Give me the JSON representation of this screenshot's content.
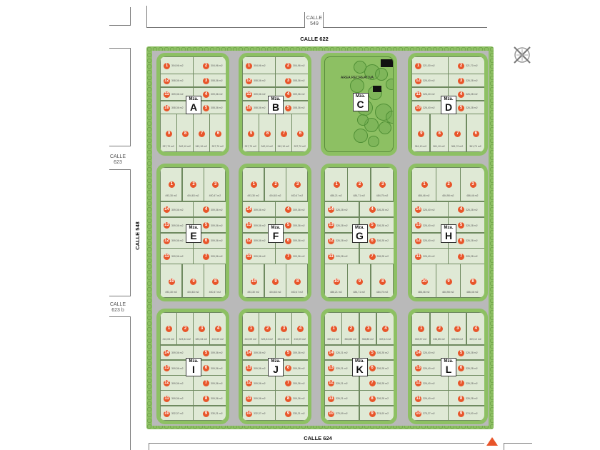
{
  "streets": {
    "top_minor": "CALLE\n549",
    "top_main": "CALLE 622",
    "left_upper": "CALLE\n623",
    "left_main": "CALLE 548",
    "left_lower": "CALLE\n623 b",
    "bottom_main": "CALLE 624"
  },
  "mza_prefix": "Mza.",
  "park": {
    "letter": "C",
    "label": "AREA RECREATIVA"
  },
  "colors": {
    "green": "#8dc063",
    "lot": "#dfe9d5",
    "road": "#b9b9b9",
    "marker": "#e8552a"
  },
  "blocks": [
    {
      "letter": "A",
      "rows": [
        [
          1,
          2
        ],
        [
          12,
          3
        ],
        [
          11,
          4
        ],
        [
          10,
          5
        ],
        [
          9,
          8,
          7,
          6
        ]
      ],
      "areas": [
        "304,96 m2",
        "304,96 m2",
        "308,36 m2",
        "308,36 m2",
        "309,36 m2",
        "309,36 m2",
        "308,36 m2",
        "308,36 m2",
        "337,70 m2",
        "342,10 m2",
        "342,10 m2",
        "337,70 m2"
      ]
    },
    {
      "letter": "B",
      "rows": [
        [
          1,
          2
        ],
        [
          12,
          3
        ],
        [
          11,
          4
        ],
        [
          10,
          5
        ],
        [
          9,
          8,
          7,
          6
        ]
      ],
      "areas": [
        "304,96 m2",
        "304,96 m2",
        "308,36 m2",
        "308,36 m2",
        "309,36 m2",
        "309,36 m2",
        "308,36 m2",
        "308,36 m2",
        "337,70 m2",
        "342,10 m2",
        "342,10 m2",
        "337,70 m2"
      ]
    },
    null,
    {
      "letter": "D",
      "rows": [
        [
          1,
          2
        ],
        [
          12,
          3
        ],
        [
          11,
          4
        ],
        [
          10,
          5
        ],
        [
          9,
          8,
          7,
          6
        ]
      ],
      "areas": [
        "321,00 m2",
        "321,70 m2",
        "326,40 m2",
        "326,28 m2",
        "326,40 m2",
        "326,28 m2",
        "326,40 m2",
        "326,28 m2",
        "361,10 m2",
        "361,10 m2",
        "361,70 m2",
        "361,70 m2"
      ]
    },
    {
      "letter": "E",
      "rows": [
        [
          1,
          2,
          3
        ],
        [
          14,
          4
        ],
        [
          13,
          5
        ],
        [
          12,
          6
        ],
        [
          11,
          7
        ],
        [
          10,
          9,
          8
        ]
      ],
      "areas": [
        "493,30 m2",
        "404,63 m2",
        "400,47 m2",
        "309,36 m2",
        "309,36 m2",
        "309,36 m2",
        "309,36 m2",
        "309,36 m2",
        "309,36 m2",
        "309,36 m2",
        "309,36 m2",
        "493,30 m2",
        "404,63 m2",
        "400,47 m2"
      ]
    },
    {
      "letter": "F",
      "rows": [
        [
          1,
          2,
          3
        ],
        [
          14,
          4
        ],
        [
          13,
          5
        ],
        [
          12,
          6
        ],
        [
          11,
          7
        ],
        [
          10,
          9,
          8
        ]
      ],
      "areas": [
        "493,30 m2",
        "404,63 m2",
        "400,47 m2",
        "309,36 m2",
        "309,36 m2",
        "309,36 m2",
        "309,36 m2",
        "309,36 m2",
        "309,36 m2",
        "309,36 m2",
        "309,36 m2",
        "493,30 m2",
        "404,63 m2",
        "400,47 m2"
      ]
    },
    {
      "letter": "G",
      "rows": [
        [
          1,
          2,
          3
        ],
        [
          14,
          4
        ],
        [
          13,
          5
        ],
        [
          12,
          6
        ],
        [
          11,
          7
        ],
        [
          10,
          9,
          8
        ]
      ],
      "areas": [
        "486,21 m2",
        "484,71 m2",
        "484,75 m2",
        "326,28 m2",
        "326,28 m2",
        "326,28 m2",
        "326,28 m2",
        "326,28 m2",
        "326,28 m2",
        "326,28 m2",
        "326,28 m2",
        "486,21 m2",
        "484,71 m2",
        "484,75 m2"
      ]
    },
    {
      "letter": "H",
      "rows": [
        [
          1,
          2,
          3
        ],
        [
          14,
          4
        ],
        [
          13,
          5
        ],
        [
          12,
          6
        ],
        [
          11,
          7
        ],
        [
          10,
          9,
          8
        ]
      ],
      "areas": [
        "486,46 m2",
        "484,98 m2",
        "486,46 m2",
        "326,40 m2",
        "326,28 m2",
        "326,40 m2",
        "326,28 m2",
        "326,40 m2",
        "326,28 m2",
        "326,40 m2",
        "326,28 m2",
        "486,46 m2",
        "484,98 m2",
        "486,46 m2"
      ]
    },
    {
      "letter": "I",
      "rows": [
        [
          1,
          2,
          3,
          4
        ],
        [
          14,
          5
        ],
        [
          13,
          6
        ],
        [
          12,
          7
        ],
        [
          11,
          8
        ],
        [
          10,
          9
        ]
      ],
      "areas": [
        "210,09 m2",
        "323,34 m2",
        "323,34 m2",
        "210,09 m2",
        "309,36 m2",
        "309,36 m2",
        "309,36 m2",
        "309,36 m2",
        "309,36 m2",
        "309,36 m2",
        "309,36 m2",
        "309,36 m2",
        "332,37 m2",
        "330,21 m2"
      ]
    },
    {
      "letter": "J",
      "rows": [
        [
          1,
          2,
          3,
          4
        ],
        [
          14,
          5
        ],
        [
          13,
          6
        ],
        [
          12,
          7
        ],
        [
          11,
          8
        ],
        [
          10,
          9
        ]
      ],
      "areas": [
        "210,09 m2",
        "323,34 m2",
        "323,34 m2",
        "210,09 m2",
        "309,36 m2",
        "309,36 m2",
        "309,36 m2",
        "309,36 m2",
        "309,36 m2",
        "309,36 m2",
        "309,36 m2",
        "309,36 m2",
        "332,37 m2",
        "330,21 m2"
      ]
    },
    {
      "letter": "K",
      "rows": [
        [
          1,
          2,
          3,
          4
        ],
        [
          14,
          5
        ],
        [
          13,
          6
        ],
        [
          12,
          7
        ],
        [
          11,
          8
        ],
        [
          10,
          9
        ]
      ],
      "areas": [
        "339,10 m2",
        "336,85 m2",
        "336,85 m2",
        "339,12 m2",
        "326,21 m2",
        "326,28 m2",
        "326,21 m2",
        "326,28 m2",
        "326,21 m2",
        "326,28 m2",
        "326,21 m2",
        "326,28 m2",
        "375,09 m2",
        "374,00 m2"
      ]
    },
    {
      "letter": "L",
      "rows": [
        [
          1,
          2,
          3,
          4
        ],
        [
          14,
          5
        ],
        [
          13,
          6
        ],
        [
          12,
          7
        ],
        [
          11,
          8
        ],
        [
          10,
          9
        ]
      ],
      "areas": [
        "339,37 m2",
        "336,85 m2",
        "336,85 m2",
        "339,12 m2",
        "326,40 m2",
        "326,28 m2",
        "326,40 m2",
        "326,28 m2",
        "326,40 m2",
        "326,28 m2",
        "326,40 m2",
        "326,28 m2",
        "375,27 m2",
        "374,00 m2"
      ]
    }
  ]
}
